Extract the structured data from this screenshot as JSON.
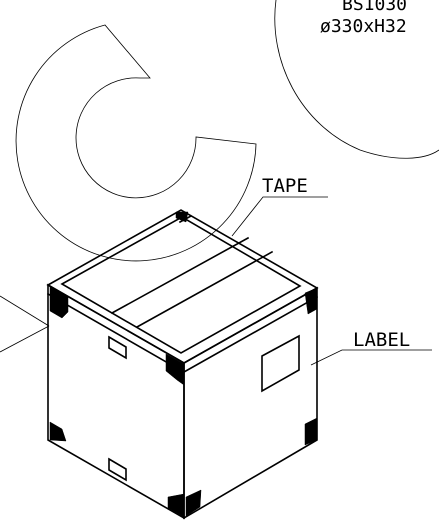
{
  "callouts": {
    "tape": "TAPE",
    "label": "LABEL"
  },
  "spec": {
    "model": "BS1030",
    "dimensions": "ø330xH32"
  },
  "colors": {
    "line": "#000000",
    "background": "#ffffff"
  }
}
